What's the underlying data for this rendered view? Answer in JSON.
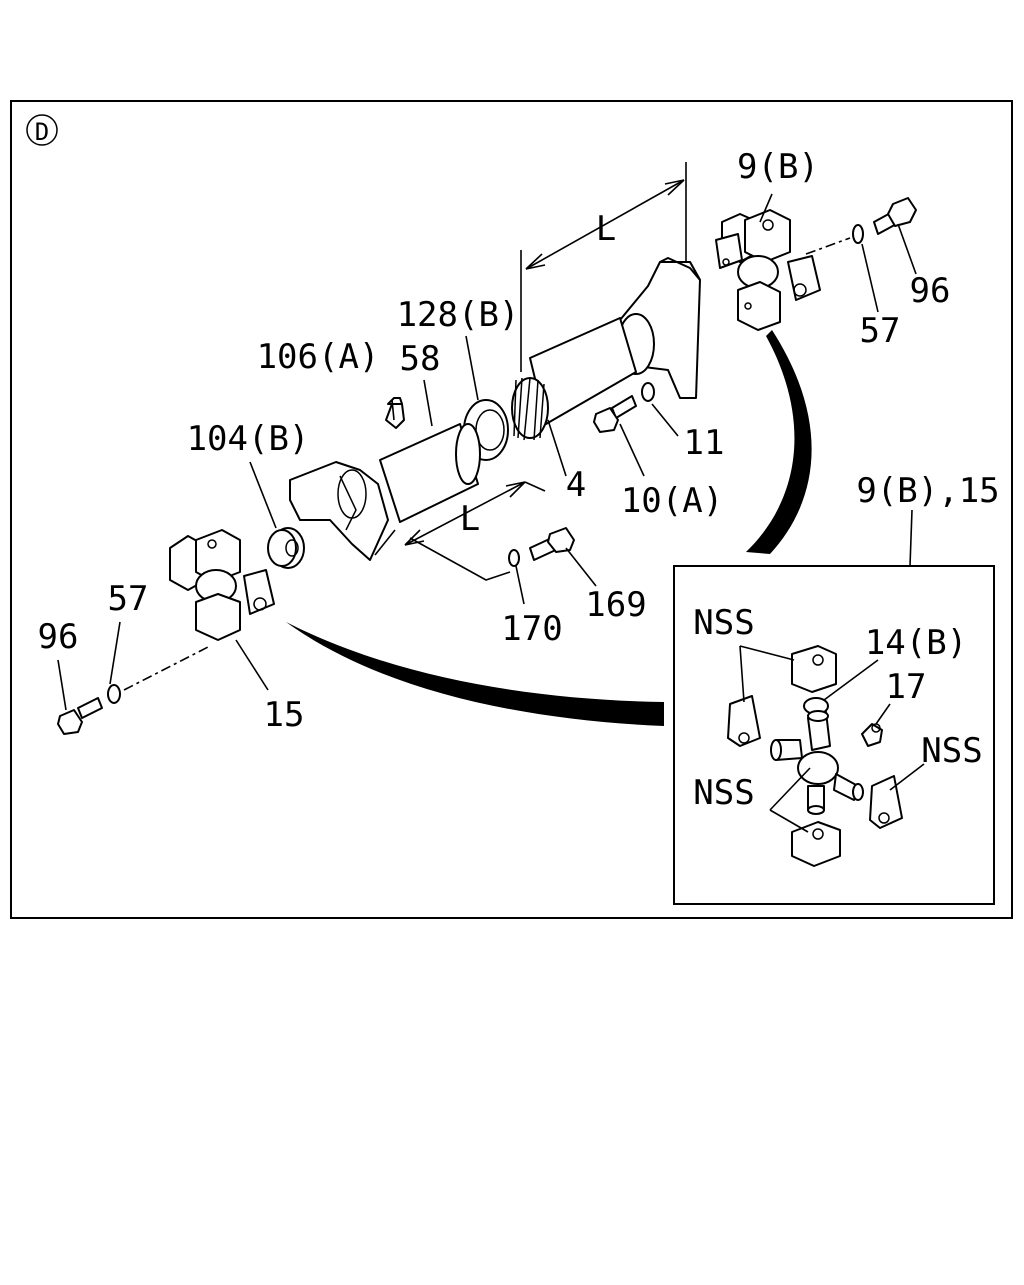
{
  "diagram": {
    "view_marker": "D",
    "inset_title": "9(B),15",
    "dimension_label": "L",
    "callouts": {
      "c_9b": "9(B)",
      "c_96_right": "96",
      "c_57_right": "57",
      "c_128b": "128(B)",
      "c_106a": "106(A)",
      "c_58": "58",
      "c_11": "11",
      "c_4": "4",
      "c_10a": "10(A)",
      "c_104b": "104(B)",
      "c_57_left": "57",
      "c_96_left": "96",
      "c_15": "15",
      "c_170": "170",
      "c_169": "169",
      "c_nss_1": "NSS",
      "c_14b": "14(B)",
      "c_17": "17",
      "c_nss_2": "NSS",
      "c_nss_3": "NSS"
    }
  }
}
